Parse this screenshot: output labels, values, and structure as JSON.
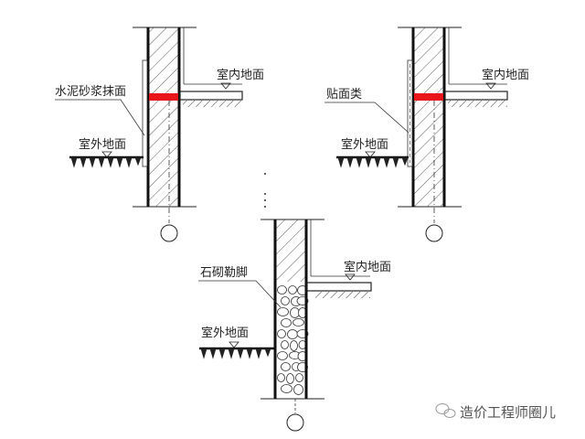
{
  "diagram": {
    "panel_plaster": {
      "material_label": "水泥砂浆抹面",
      "indoor_label": "室内地面",
      "outdoor_label": "室外地面",
      "damp_proof_color": "#e8161b"
    },
    "panel_veneer": {
      "material_label": "贴面类",
      "indoor_label": "室内地面",
      "outdoor_label": "室外地面",
      "damp_proof_color": "#e8161b"
    },
    "panel_stone": {
      "material_label": "石砌勒脚",
      "indoor_label": "室内地面",
      "outdoor_label": "室外地面"
    },
    "watermark": "造价工程师圈儿"
  }
}
